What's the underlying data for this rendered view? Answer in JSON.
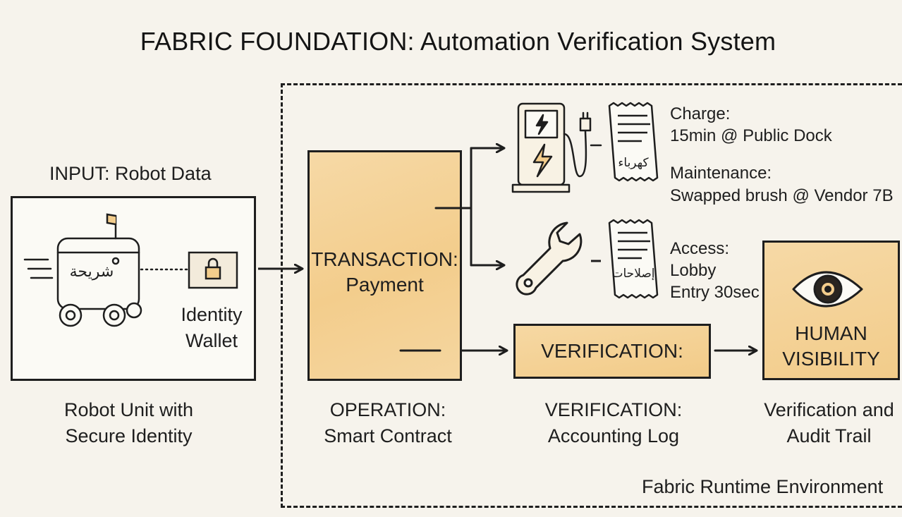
{
  "title": "FABRIC FOUNDATION: Automation Verification System",
  "runtime_label": "Fabric Runtime Environment",
  "input": {
    "header": "INPUT: Robot Data",
    "robot_tag": "شريحة",
    "wallet_label_1": "Identity",
    "wallet_label_2": "Wallet",
    "caption_1": "Robot Unit with",
    "caption_2": "Secure Identity"
  },
  "transaction": {
    "label_1": "TRANSACTION:",
    "label_2": "Payment",
    "caption_1": "OPERATION:",
    "caption_2": "Smart Contract"
  },
  "services": {
    "charge_receipt": "كهرباء",
    "repair_receipt": "إصلاحات",
    "charge_title": "Charge:",
    "charge_detail": "15min @ Public Dock",
    "maintenance_title": "Maintenance:",
    "maintenance_detail": "Swapped brush @ Vendor 7B",
    "access_title": "Access:",
    "access_detail_1": "Lobby",
    "access_detail_2": "Entry 30sec"
  },
  "verification": {
    "label": "VERIFICATION:",
    "caption_1": "VERIFICATION:",
    "caption_2": "Accounting Log"
  },
  "human": {
    "label_1": "HUMAN",
    "label_2": "VISIBILITY",
    "caption_1": "Verification and",
    "caption_2": "Audit Trail"
  },
  "colors": {
    "accent_fill": "#f3cd8c",
    "ink": "#1e1e1e",
    "paper": "#f6f3ec"
  }
}
